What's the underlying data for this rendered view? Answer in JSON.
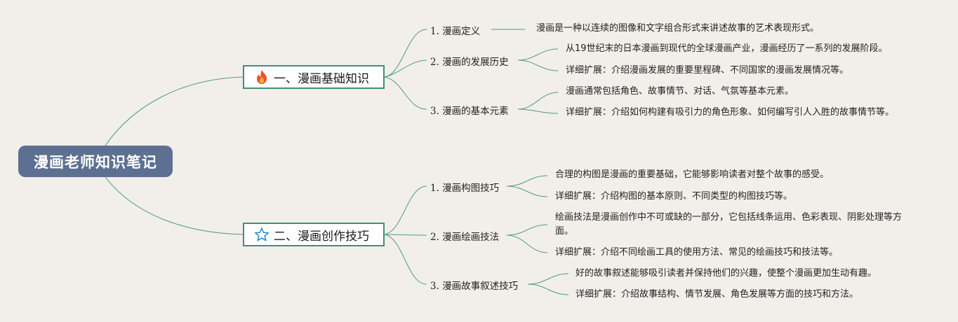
{
  "root": {
    "title": "漫画老师知识笔记"
  },
  "branches": [
    {
      "title": "一、漫画基础知识",
      "icon": "fire-icon",
      "subs": [
        {
          "title": "1. 漫画定义",
          "leaves": [
            "漫画是一种以连续的图像和文字组合形式来讲述故事的艺术表现形式。"
          ]
        },
        {
          "title": "2. 漫画的发展历史",
          "leaves": [
            "从19世纪末的日本漫画到现代的全球漫画产业，漫画经历了一系列的发展阶段。",
            "详细扩展：介绍漫画发展的重要里程碑、不同国家的漫画发展情况等。"
          ]
        },
        {
          "title": "3. 漫画的基本元素",
          "leaves": [
            "漫画通常包括角色、故事情节、对话、气氛等基本元素。",
            "详细扩展：介绍如何构建有吸引力的角色形象、如何编写引人入胜的故事情节等。"
          ]
        }
      ]
    },
    {
      "title": "二、漫画创作技巧",
      "icon": "star-icon",
      "subs": [
        {
          "title": "1. 漫画构图技巧",
          "leaves": [
            "合理的构图是漫画的重要基础，它能够影响读者对整个故事的感受。",
            "详细扩展：介绍构图的基本原则、不同类型的构图技巧等。"
          ]
        },
        {
          "title": "2. 漫画绘画技法",
          "leaves": [
            "绘画技法是漫画创作中不可或缺的一部分，它包括线条运用、色彩表现、阴影处理等方面。",
            "详细扩展：介绍不同绘画工具的使用方法、常见的绘画技巧和技法等。"
          ]
        },
        {
          "title": "3. 漫画故事叙述技巧",
          "leaves": [
            "好的故事叙述能够吸引读者并保持他们的兴趣，使整个漫画更加生动有趣。",
            "详细扩展：介绍故事结构、情节发展、角色发展等方面的技巧和方法。"
          ]
        }
      ]
    }
  ],
  "colors": {
    "line": "#3f8f7c",
    "root_fill": "#5d7092",
    "background": "#f2efea",
    "fire": "#e8542c",
    "star": "#2a8fd6"
  }
}
